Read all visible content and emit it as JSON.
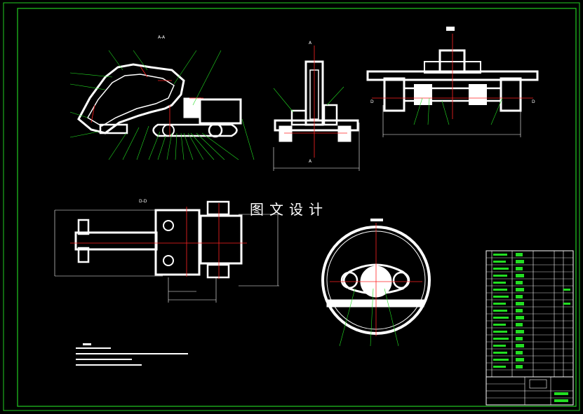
{
  "watermark": "图文设计",
  "views": {
    "section_aa": "A-A",
    "section_dd": "D-D",
    "cut_a_top": "A",
    "cut_a_bottom": "A",
    "cut_d_left": "D",
    "cut_d_right": "D"
  },
  "colors": {
    "background": "#000000",
    "frame": "#22cc22",
    "outline": "#ffffff",
    "leader": "#22dd22",
    "centerline": "#ff2222",
    "dimension": "#ffffff"
  }
}
